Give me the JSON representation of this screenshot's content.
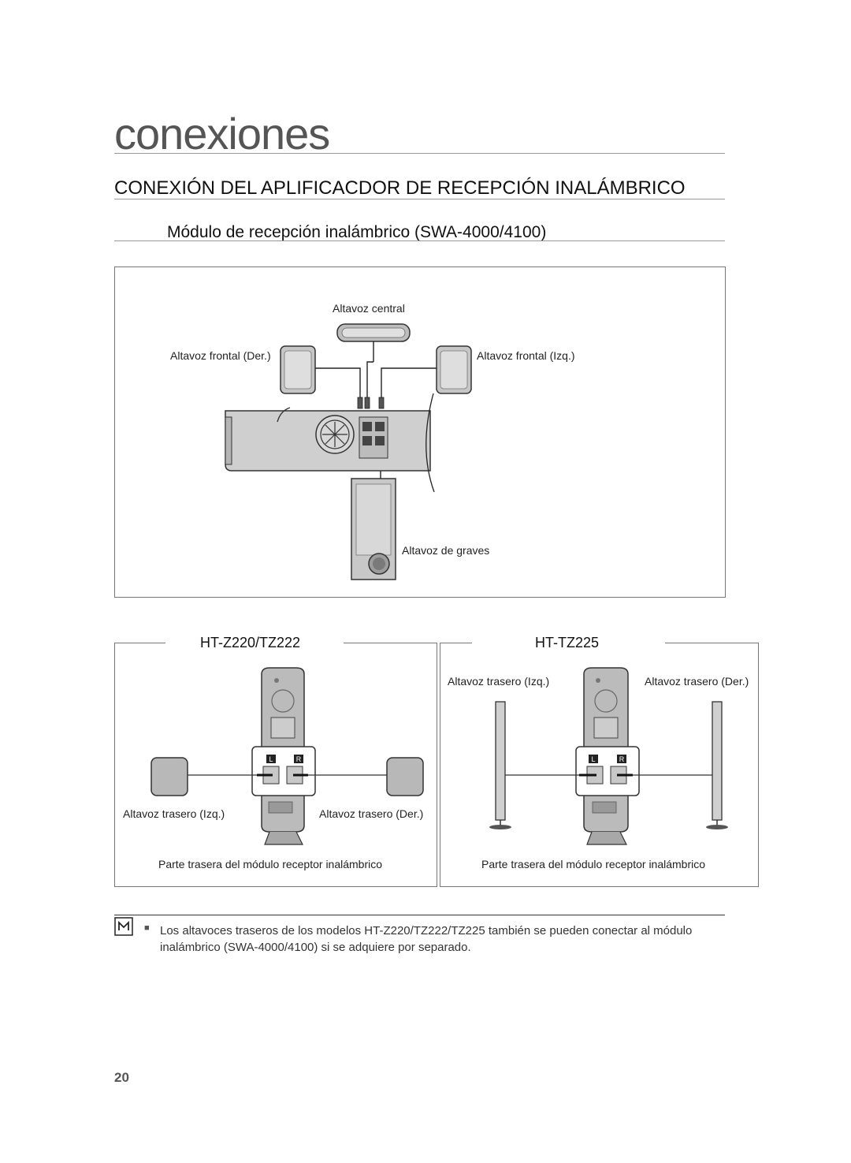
{
  "chapter_title": "conexiones",
  "section_title": "CONEXIÓN DEL APLIFICACDOR DE RECEPCIÓN INALÁMBRICO",
  "subsection_title": "Módulo de recepción inalámbrico (SWA-4000/4100)",
  "main_diagram": {
    "center_label": "Altavoz central",
    "front_right_label": "Altavoz frontal (Der.)",
    "front_left_label": "Altavoz frontal (Izq.)",
    "subwoofer_label": "Altavoz de graves"
  },
  "panel_left": {
    "model": "HT-Z220/TZ222",
    "rear_left_label": "Altavoz trasero (Izq.)",
    "rear_right_label": "Altavoz trasero (Der.)",
    "caption": "Parte trasera del módulo receptor inalámbrico",
    "terminal_l": "L",
    "terminal_r": "R"
  },
  "panel_right": {
    "model": "HT-TZ225",
    "rear_left_label": "Altavoz trasero (Izq.)",
    "rear_right_label": "Altavoz trasero (Der.)",
    "caption": "Parte trasera del módulo receptor inalámbrico",
    "terminal_l": "L",
    "terminal_r": "R"
  },
  "note": {
    "icon": "note-icon",
    "bullet": "■",
    "text": "Los altavoces traseros de los modelos HT-Z220/TZ222/TZ225 también se pueden conectar al módulo inalámbrico (SWA-4000/4100) si se adquiere por separado."
  },
  "page_number": "20"
}
